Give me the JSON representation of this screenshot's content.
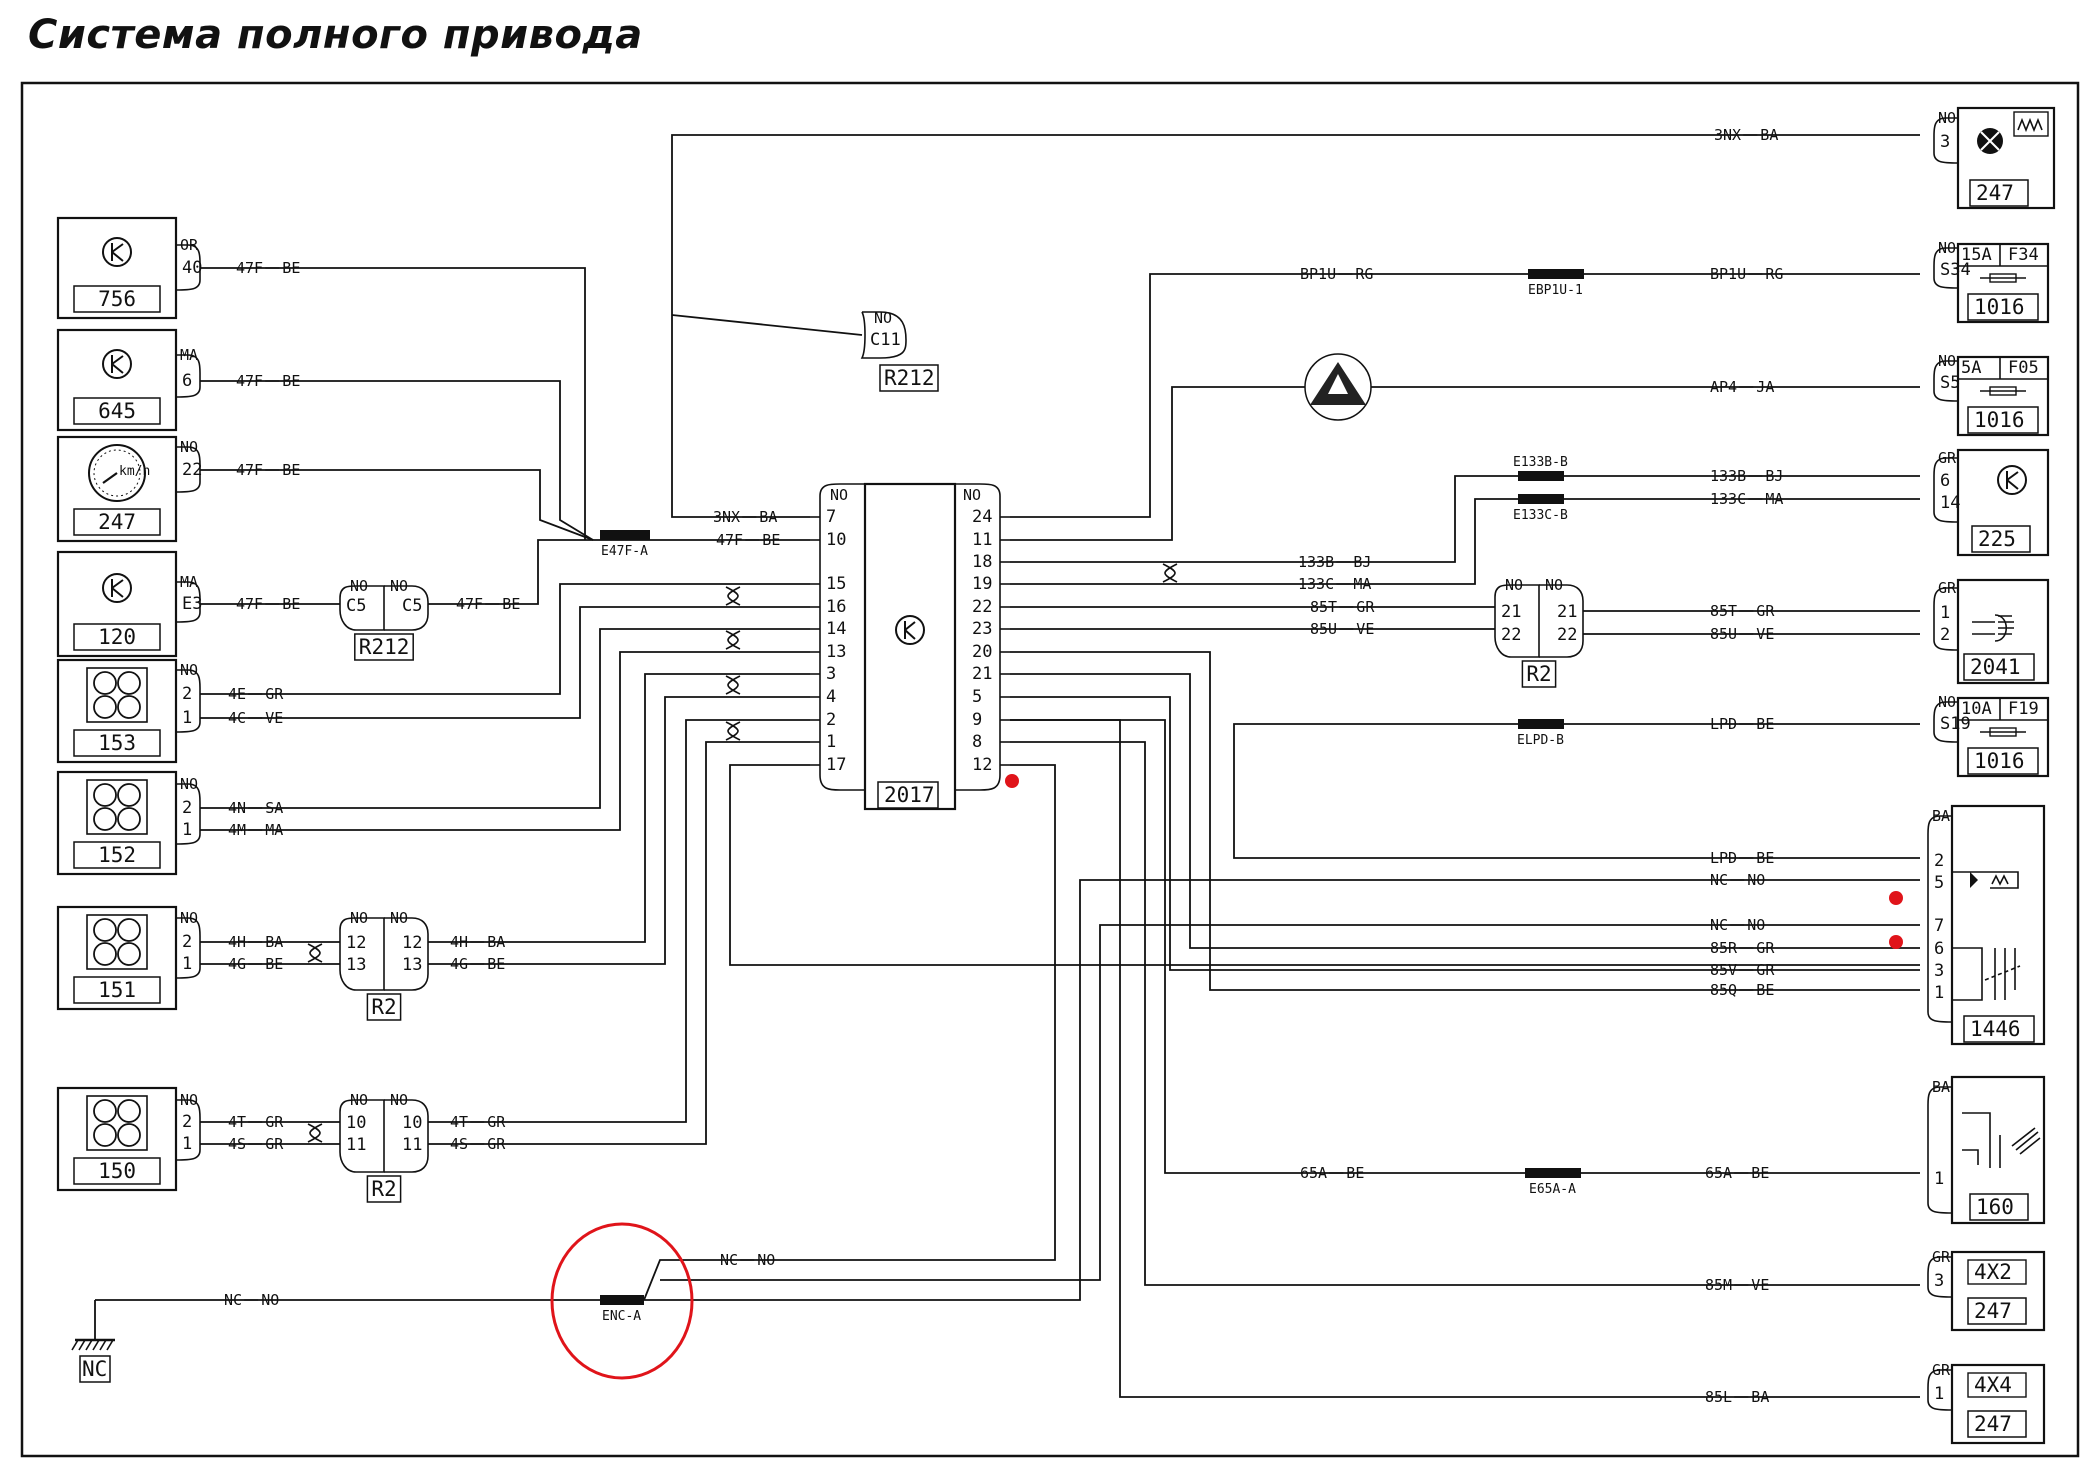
{
  "title": "Система полного привода",
  "ecu": {
    "id": "2017",
    "conn_left": "NO",
    "conn_right": "NO",
    "left_pins": [
      "7",
      "10",
      "15",
      "16",
      "14",
      "13",
      "3",
      "4",
      "2",
      "1",
      "17"
    ],
    "right_pins": [
      "24",
      "11",
      "18",
      "19",
      "22",
      "23",
      "20",
      "21",
      "5",
      "9",
      "8",
      "12"
    ]
  },
  "components": {
    "c756": {
      "id": "756",
      "conn": "OR",
      "pin": "40"
    },
    "c645": {
      "id": "645",
      "conn": "MA",
      "pin": "6"
    },
    "c247a": {
      "id": "247",
      "conn": "NO",
      "pin": "22"
    },
    "c120": {
      "id": "120",
      "conn": "MA",
      "pin": "E3"
    },
    "c153": {
      "id": "153",
      "conn": "NO",
      "pins": [
        "2",
        "1"
      ]
    },
    "c152": {
      "id": "152",
      "conn": "NO",
      "pins": [
        "2",
        "1"
      ]
    },
    "c151": {
      "id": "151",
      "conn": "NO",
      "pins": [
        "2",
        "1"
      ]
    },
    "c150": {
      "id": "150",
      "conn": "NO",
      "pins": [
        "2",
        "1"
      ]
    },
    "nc_ground": {
      "id": "NC"
    },
    "r212_top": {
      "id": "R212",
      "conn": "NO",
      "pin": "C11"
    },
    "r212_c5": {
      "id": "R212",
      "conn": "NO",
      "pin": "C5"
    },
    "r2_a": {
      "id": "R2",
      "conn": "NO",
      "pins": [
        "12",
        "13"
      ]
    },
    "r2_b": {
      "id": "R2",
      "conn": "NO",
      "pins": [
        "10",
        "11"
      ]
    },
    "r2_c": {
      "id": "R2",
      "conn": "NO",
      "pins": [
        "21",
        "22"
      ]
    },
    "c247b": {
      "id": "247",
      "conn": "NO",
      "pin": "3"
    },
    "c1016a": {
      "id": "1016",
      "conn": "NO",
      "fuse": "15A",
      "fuse_id": "F34",
      "pin": "S34"
    },
    "c1016b": {
      "id": "1016",
      "conn": "NO",
      "fuse": "5A",
      "fuse_id": "F05",
      "pin": "S5"
    },
    "c225": {
      "id": "225",
      "conn": "GR",
      "pins": [
        "6",
        "14"
      ]
    },
    "c2041": {
      "id": "2041",
      "conn": "GR",
      "pins": [
        "1",
        "2"
      ]
    },
    "c1016c": {
      "id": "1016",
      "conn": "NO",
      "fuse": "10A",
      "fuse_id": "F19",
      "pin": "S19"
    },
    "c1446": {
      "id": "1446",
      "conn": "BA",
      "pins": [
        "2",
        "5",
        "7",
        "6",
        "3",
        "1"
      ]
    },
    "c160": {
      "id": "160",
      "conn": "BA",
      "pin": "1"
    },
    "c4x2": {
      "id": "247",
      "tag": "4X2",
      "conn": "GR",
      "pin": "3"
    },
    "c4x4": {
      "id": "247",
      "tag": "4X4",
      "conn": "GR",
      "pin": "1"
    }
  },
  "splices": {
    "e47f": "E47F-A",
    "ebp1u": "EBP1U-1",
    "e133b": "E133B-B",
    "e133c": "E133C-B",
    "elpd": "ELPD-B",
    "e65a": "E65A-A",
    "enc": "ENC-A"
  },
  "wires": {
    "w47f_1": "47F",
    "w47f_2": "47F",
    "w47f_3": "47F",
    "w47f_4": "47F",
    "w47f_5": "47F",
    "w47f_6": "47F",
    "w4e": "4E",
    "w4c": "4C",
    "w4n": "4N",
    "w4m": "4M",
    "w4h_a": "4H",
    "w4g_a": "4G",
    "w4h_b": "4H",
    "w4g_b": "4G",
    "w4t_a": "4T",
    "w4s_a": "4S",
    "w4t_b": "4T",
    "w4s_b": "4S",
    "wnc_gnd": "NC",
    "wnc_top": "NC",
    "w3nx_ecu": "3NX",
    "w3nx_247": "3NX",
    "wbp1u_a": "BP1U",
    "wbp1u_b": "BP1U",
    "wap4": "AP4",
    "w133b_r": "133B",
    "w133c_r": "133C",
    "w133b_l": "133B",
    "w133c_l": "133C",
    "w85t_l": "85T",
    "w85u_l": "85U",
    "w85t_r": "85T",
    "w85u_r": "85U",
    "wlpd_a": "LPD",
    "wlpd_b": "LPD",
    "wnc5": "NC",
    "wnc7": "NC",
    "w85r": "85R",
    "w85v": "85V",
    "w85q": "85Q",
    "w65a_a": "65A",
    "w65a_b": "65A",
    "w85m": "85M",
    "w85l": "85L"
  },
  "colors": {
    "BE": "BE",
    "GR": "GR",
    "VE": "VE",
    "SA": "SA",
    "MA": "MA",
    "BA": "BA",
    "NO": "NO",
    "RG": "RG",
    "JA": "JA",
    "BJ": "BJ",
    "marker_red": "#e0141a",
    "ink": "#111111"
  },
  "icons": [
    "transistor-symbol-icon",
    "gauge-icon",
    "wheel-sensor-icon",
    "lamp-icon",
    "fuse-icon",
    "motor-icon",
    "switch-icon",
    "ground-icon",
    "twisted-pair-icon",
    "warning-triangle-icon"
  ]
}
